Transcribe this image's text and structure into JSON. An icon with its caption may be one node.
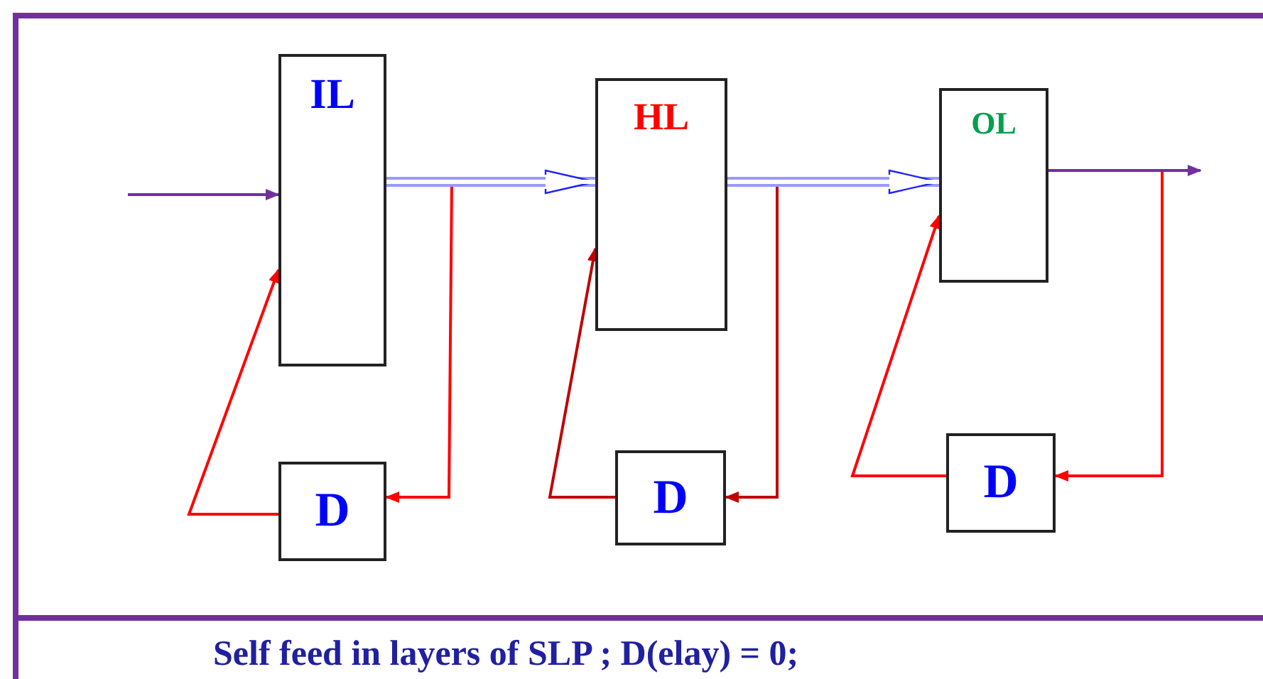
{
  "diagram": {
    "caption": "Self feed in layers of SLP ; D(elay) = 0;",
    "nodes": [
      {
        "text": [
          "IL"
        ]
      },
      {
        "text": [
          "HL"
        ]
      },
      {
        "text": [
          "OL"
        ]
      },
      {
        "text": [
          "D"
        ]
      },
      {
        "text": [
          "D"
        ]
      },
      {
        "text": [
          "D"
        ]
      }
    ],
    "edges": [
      {
        "from": null,
        "to": 0,
        "arrow": "to",
        "color": "#7030a0"
      },
      {
        "from": 0,
        "to": 3,
        "arrow": "to"
      },
      {
        "from": 3,
        "to": 0,
        "arrow": "to"
      },
      {
        "from": 1,
        "to": 4,
        "arrow": "to",
        "color": "#c00000"
      },
      {
        "from": 4,
        "to": 1,
        "arrow": "to",
        "color": "#c00000"
      },
      {
        "from": 2,
        "to": 5,
        "arrow": "to"
      },
      {
        "from": 5,
        "to": 2,
        "arrow": "to"
      },
      {
        "from": 0,
        "to": 1,
        "arrow": "to",
        "style": "thick",
        "color": "#9999ff"
      },
      {
        "from": 1,
        "to": 2,
        "arrow": "to",
        "style": "thick",
        "color": "#9999ff"
      },
      {
        "from": 2,
        "to": null,
        "arrow": "to",
        "color": "#7030a0"
      }
    ]
  }
}
